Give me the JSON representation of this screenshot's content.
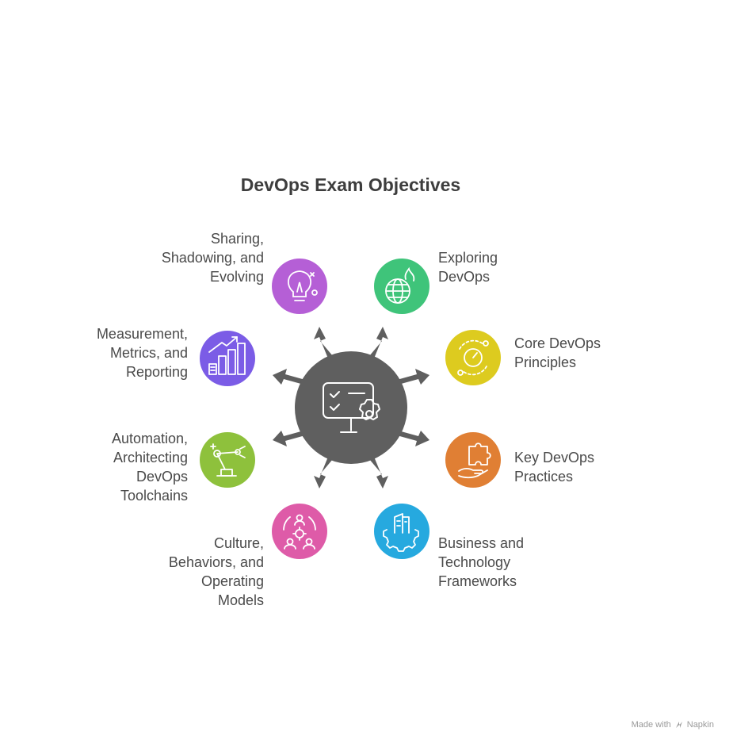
{
  "title": "DevOps Exam Objectives",
  "colors": {
    "hub": "#5f5f5f",
    "arrow": "#5f5f5f",
    "sharing": "#b55fd6",
    "exploring": "#3fc47a",
    "core": "#ddcb1f",
    "practices": "#e07f34",
    "business": "#26a9df",
    "culture": "#de5ba8",
    "automation": "#8ec13c",
    "measurement": "#7b5ce6"
  },
  "nodes": [
    {
      "id": "sharing",
      "icon": "lightbulb-icon",
      "lines": [
        "Sharing,",
        "Shadowing, and",
        "Evolving"
      ]
    },
    {
      "id": "exploring",
      "icon": "globe-fire-icon",
      "lines": [
        "Exploring",
        "DevOps"
      ]
    },
    {
      "id": "core",
      "icon": "orbit-target-icon",
      "lines": [
        "Core DevOps",
        "Principles"
      ]
    },
    {
      "id": "practices",
      "icon": "hand-puzzle-icon",
      "lines": [
        "Key DevOps",
        "Practices"
      ]
    },
    {
      "id": "business",
      "icon": "building-gear-icon",
      "lines": [
        "Business and",
        "Technology",
        "Frameworks"
      ]
    },
    {
      "id": "culture",
      "icon": "team-gear-icon",
      "lines": [
        "Culture,",
        "Behaviors, and",
        "Operating",
        "Models"
      ]
    },
    {
      "id": "automation",
      "icon": "robot-arm-icon",
      "lines": [
        "Automation,",
        "Architecting",
        "DevOps",
        "Toolchains"
      ]
    },
    {
      "id": "measurement",
      "icon": "bar-chart-icon",
      "lines": [
        "Measurement,",
        "Metrics, and",
        "Reporting"
      ]
    }
  ],
  "hub_icon": "monitor-gear-icon",
  "credit": {
    "prefix": "Made with",
    "brand": "Napkin"
  }
}
